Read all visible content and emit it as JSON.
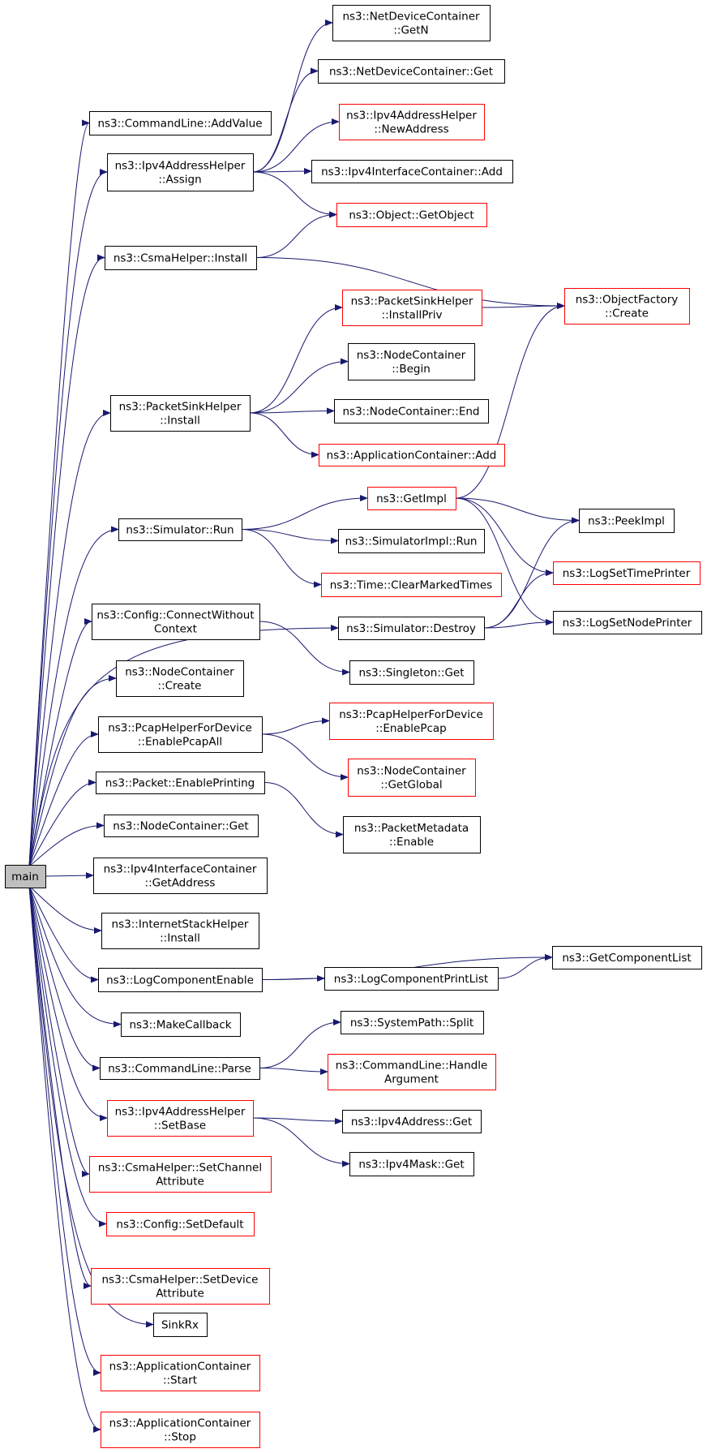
{
  "colors": {
    "edge": "#191970",
    "border_normal": "#000000",
    "border_red": "#ff0000",
    "root_fill": "#bfbfbf",
    "node_fill": "#ffffff"
  },
  "nodes": [
    {
      "id": "main",
      "lines": [
        "main"
      ],
      "style": "root"
    },
    {
      "id": "addvalue",
      "lines": [
        "ns3::CommandLine::AddValue"
      ],
      "style": "normal"
    },
    {
      "id": "assign",
      "lines": [
        "ns3::Ipv4AddressHelper",
        "::Assign"
      ],
      "style": "normal"
    },
    {
      "id": "csma_install",
      "lines": [
        "ns3::CsmaHelper::Install"
      ],
      "style": "normal"
    },
    {
      "id": "psh_install",
      "lines": [
        "ns3::PacketSinkHelper",
        "::Install"
      ],
      "style": "normal"
    },
    {
      "id": "sim_run",
      "lines": [
        "ns3::Simulator::Run"
      ],
      "style": "normal"
    },
    {
      "id": "cfg_connect",
      "lines": [
        "ns3::Config::ConnectWithout",
        "Context"
      ],
      "style": "normal"
    },
    {
      "id": "nc_create",
      "lines": [
        "ns3::NodeContainer",
        "::Create"
      ],
      "style": "normal"
    },
    {
      "id": "pcap_all",
      "lines": [
        "ns3::PcapHelperForDevice",
        "::EnablePcapAll"
      ],
      "style": "normal"
    },
    {
      "id": "pkt_print",
      "lines": [
        "ns3::Packet::EnablePrinting"
      ],
      "style": "normal"
    },
    {
      "id": "nc_get",
      "lines": [
        "ns3::NodeContainer::Get"
      ],
      "style": "normal"
    },
    {
      "id": "iic_getaddr",
      "lines": [
        "ns3::Ipv4InterfaceContainer",
        "::GetAddress"
      ],
      "style": "normal"
    },
    {
      "id": "ish_install",
      "lines": [
        "ns3::InternetStackHelper",
        "::Install"
      ],
      "style": "normal"
    },
    {
      "id": "logcomp",
      "lines": [
        "ns3::LogComponentEnable"
      ],
      "style": "normal"
    },
    {
      "id": "makecb",
      "lines": [
        "ns3::MakeCallback"
      ],
      "style": "normal"
    },
    {
      "id": "cl_parse",
      "lines": [
        "ns3::CommandLine::Parse"
      ],
      "style": "normal"
    },
    {
      "id": "setbase",
      "lines": [
        "ns3::Ipv4AddressHelper",
        "::SetBase"
      ],
      "style": "red"
    },
    {
      "id": "csma_setchan",
      "lines": [
        "ns3::CsmaHelper::SetChannel",
        "Attribute"
      ],
      "style": "red"
    },
    {
      "id": "cfg_setdef",
      "lines": [
        "ns3::Config::SetDefault"
      ],
      "style": "red"
    },
    {
      "id": "csma_setdev",
      "lines": [
        "ns3::CsmaHelper::SetDevice",
        "Attribute"
      ],
      "style": "red"
    },
    {
      "id": "sinkrx",
      "lines": [
        "SinkRx"
      ],
      "style": "normal"
    },
    {
      "id": "ac_start",
      "lines": [
        "ns3::ApplicationContainer",
        "::Start"
      ],
      "style": "red"
    },
    {
      "id": "ac_stop",
      "lines": [
        "ns3::ApplicationContainer",
        "::Stop"
      ],
      "style": "red"
    },
    {
      "id": "ndc_getn",
      "lines": [
        "ns3::NetDeviceContainer",
        "::GetN"
      ],
      "style": "normal"
    },
    {
      "id": "ndc_get",
      "lines": [
        "ns3::NetDeviceContainer::Get"
      ],
      "style": "normal"
    },
    {
      "id": "newaddr",
      "lines": [
        "ns3::Ipv4AddressHelper",
        "::NewAddress"
      ],
      "style": "red"
    },
    {
      "id": "iic_add",
      "lines": [
        "ns3::Ipv4InterfaceContainer::Add"
      ],
      "style": "normal"
    },
    {
      "id": "getobject",
      "lines": [
        "ns3::Object::GetObject"
      ],
      "style": "red"
    },
    {
      "id": "of_create",
      "lines": [
        "ns3::ObjectFactory",
        "::Create"
      ],
      "style": "red"
    },
    {
      "id": "installpriv",
      "lines": [
        "ns3::PacketSinkHelper",
        "::InstallPriv"
      ],
      "style": "red"
    },
    {
      "id": "nc_begin",
      "lines": [
        "ns3::NodeContainer",
        "::Begin"
      ],
      "style": "normal"
    },
    {
      "id": "nc_end",
      "lines": [
        "ns3::NodeContainer::End"
      ],
      "style": "normal"
    },
    {
      "id": "ac_add",
      "lines": [
        "ns3::ApplicationContainer::Add"
      ],
      "style": "red"
    },
    {
      "id": "getimpl",
      "lines": [
        "ns3::GetImpl"
      ],
      "style": "red"
    },
    {
      "id": "simimpl_run",
      "lines": [
        "ns3::SimulatorImpl::Run"
      ],
      "style": "normal"
    },
    {
      "id": "clearmarked",
      "lines": [
        "ns3::Time::ClearMarkedTimes"
      ],
      "style": "red"
    },
    {
      "id": "sim_destroy",
      "lines": [
        "ns3::Simulator::Destroy"
      ],
      "style": "normal"
    },
    {
      "id": "singleton_get",
      "lines": [
        "ns3::Singleton::Get"
      ],
      "style": "normal"
    },
    {
      "id": "enablepcap",
      "lines": [
        "ns3::PcapHelperForDevice",
        "::EnablePcap"
      ],
      "style": "red"
    },
    {
      "id": "nc_getglobal",
      "lines": [
        "ns3::NodeContainer",
        "::GetGlobal"
      ],
      "style": "red"
    },
    {
      "id": "pm_enable",
      "lines": [
        "ns3::PacketMetadata",
        "::Enable"
      ],
      "style": "normal"
    },
    {
      "id": "peekimpl",
      "lines": [
        "ns3::PeekImpl"
      ],
      "style": "normal"
    },
    {
      "id": "logtime",
      "lines": [
        "ns3::LogSetTimePrinter"
      ],
      "style": "red"
    },
    {
      "id": "lognode",
      "lines": [
        "ns3::LogSetNodePrinter"
      ],
      "style": "normal"
    },
    {
      "id": "getcomplist",
      "lines": [
        "ns3::GetComponentList"
      ],
      "style": "normal"
    },
    {
      "id": "logprintlist",
      "lines": [
        "ns3::LogComponentPrintList"
      ],
      "style": "normal"
    },
    {
      "id": "sp_split",
      "lines": [
        "ns3::SystemPath::Split"
      ],
      "style": "normal"
    },
    {
      "id": "cl_handle",
      "lines": [
        "ns3::CommandLine::Handle",
        "Argument"
      ],
      "style": "red"
    },
    {
      "id": "ipv4addr_get",
      "lines": [
        "ns3::Ipv4Address::Get"
      ],
      "style": "normal"
    },
    {
      "id": "ipv4mask_get",
      "lines": [
        "ns3::Ipv4Mask::Get"
      ],
      "style": "normal"
    }
  ],
  "edges": [
    [
      "main",
      "addvalue"
    ],
    [
      "main",
      "assign"
    ],
    [
      "main",
      "csma_install"
    ],
    [
      "main",
      "psh_install"
    ],
    [
      "main",
      "sim_run"
    ],
    [
      "main",
      "sim_destroy"
    ],
    [
      "main",
      "cfg_connect"
    ],
    [
      "main",
      "nc_create"
    ],
    [
      "main",
      "pcap_all"
    ],
    [
      "main",
      "pkt_print"
    ],
    [
      "main",
      "nc_get"
    ],
    [
      "main",
      "iic_getaddr"
    ],
    [
      "main",
      "ish_install"
    ],
    [
      "main",
      "logcomp"
    ],
    [
      "main",
      "makecb"
    ],
    [
      "main",
      "cl_parse"
    ],
    [
      "main",
      "setbase"
    ],
    [
      "main",
      "csma_setchan"
    ],
    [
      "main",
      "cfg_setdef"
    ],
    [
      "main",
      "csma_setdev"
    ],
    [
      "main",
      "sinkrx"
    ],
    [
      "main",
      "ac_start"
    ],
    [
      "main",
      "ac_stop"
    ],
    [
      "assign",
      "ndc_getn"
    ],
    [
      "assign",
      "ndc_get"
    ],
    [
      "assign",
      "newaddr"
    ],
    [
      "assign",
      "iic_add"
    ],
    [
      "assign",
      "getobject"
    ],
    [
      "csma_install",
      "getobject"
    ],
    [
      "csma_install",
      "of_create"
    ],
    [
      "psh_install",
      "installpriv"
    ],
    [
      "psh_install",
      "nc_begin"
    ],
    [
      "psh_install",
      "nc_end"
    ],
    [
      "psh_install",
      "ac_add"
    ],
    [
      "installpriv",
      "of_create"
    ],
    [
      "sim_run",
      "getimpl"
    ],
    [
      "sim_run",
      "simimpl_run"
    ],
    [
      "sim_run",
      "clearmarked"
    ],
    [
      "getimpl",
      "of_create"
    ],
    [
      "getimpl",
      "peekimpl"
    ],
    [
      "getimpl",
      "logtime"
    ],
    [
      "getimpl",
      "lognode"
    ],
    [
      "sim_destroy",
      "peekimpl"
    ],
    [
      "sim_destroy",
      "logtime"
    ],
    [
      "sim_destroy",
      "lognode"
    ],
    [
      "cfg_connect",
      "singleton_get"
    ],
    [
      "pcap_all",
      "enablepcap"
    ],
    [
      "pcap_all",
      "nc_getglobal"
    ],
    [
      "pkt_print",
      "pm_enable"
    ],
    [
      "logcomp",
      "getcomplist"
    ],
    [
      "logcomp",
      "logprintlist"
    ],
    [
      "logprintlist",
      "getcomplist"
    ],
    [
      "cl_parse",
      "sp_split"
    ],
    [
      "cl_parse",
      "cl_handle"
    ],
    [
      "setbase",
      "ipv4addr_get"
    ],
    [
      "setbase",
      "ipv4mask_get"
    ]
  ]
}
